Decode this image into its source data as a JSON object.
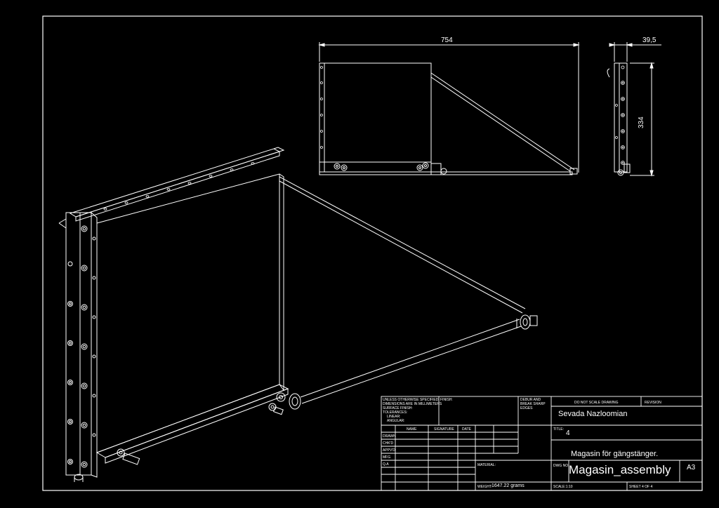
{
  "dimensions": {
    "width": "754",
    "depth": "39,5",
    "height": "334"
  },
  "title_block": {
    "tolerance_note": [
      "UNLESS OTHERWISE SPECIFIED:",
      "DIMENSIONS ARE IN MILLIMETERS",
      "SURFACE FINISH:",
      "TOLERANCES:",
      "LINEAR:",
      "ANGULAR:"
    ],
    "finish_label": "FINISH:",
    "deburr_note": [
      "DEBUR AND",
      "BREAK SHARP",
      "EDGES"
    ],
    "do_not_scale": "DO NOT SCALE DRAWING",
    "revision_label": "REVISION",
    "author": "Sevada Nazloomian",
    "col_name": "NAME",
    "col_signature": "SIGNATURE",
    "col_date": "DATE",
    "rows": [
      "DRAWN",
      "CHK'D",
      "APPV'D",
      "MFG",
      "Q.A"
    ],
    "title_label": "TITLE:",
    "title_number": "4",
    "title": "Magasin för gängstänger.",
    "material_label": "MATERIAL:",
    "dwg_no_label": "DWG NO.",
    "dwg_no": "Magasin_assembly",
    "sheet_size": "A3",
    "weight_label": "WEIGHT:",
    "weight_value": "1647.22 grams",
    "scale": "SCALE:1:10",
    "sheet": "SHEET 4 OF 4"
  }
}
